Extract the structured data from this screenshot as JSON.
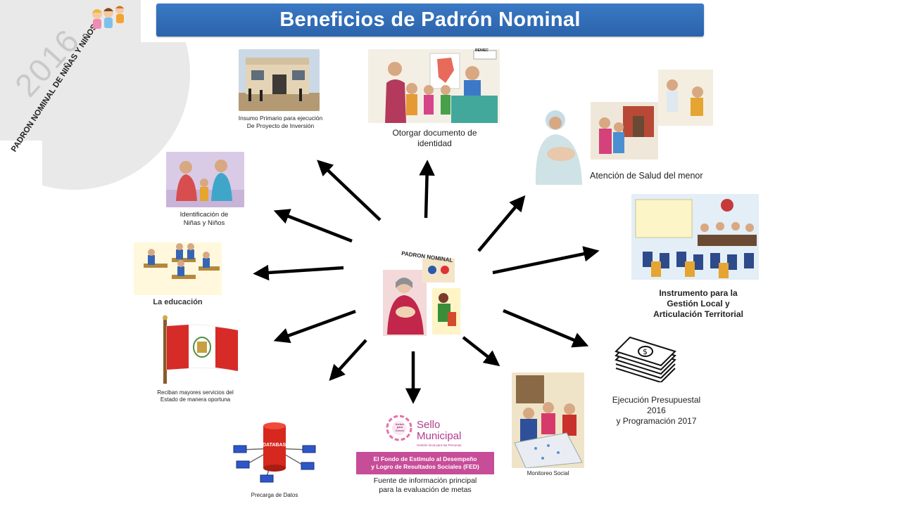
{
  "title": "Beneficios de Padrón Nominal",
  "corner": {
    "year": "2016",
    "program": "PADRON NOMINAL DE NIÑAS Y NIÑOS"
  },
  "hub": {
    "label": "PADRON NOMINAL"
  },
  "benefits": {
    "insumo": "Insumo Primario para ejecución\nDe Proyecto de Inversión",
    "documento": "Otorgar documento de\nidentidad",
    "salud": "Atención de Salud del menor",
    "identificacion": "Identificación de\nNiñas y Niños",
    "instrumento": "Instrumento para la\nGestión Local y\nArticulación Territorial",
    "educacion": "La educación",
    "servicios": "Reciban mayores servicios del\nEstado de manera oportuna",
    "ejecucion": "Ejecución Presupuestal 2016\ny Programación 2017",
    "precarga": "Precarga de Datos",
    "fuente": "Fuente de información principal\npara la evaluación de metas",
    "monitoreo": "Monitoreo Social"
  },
  "sello": {
    "brand_small": "Incluir para Crecer",
    "brand": "Sello\nMunicipal",
    "tagline": "Gestión local para las Personas",
    "fed": "El Fondo de Estímulo al Desempeño\ny Logro de Resultados Sociales (FED)"
  },
  "database_label": "DATABASE",
  "renjec_label": "RENIEC"
}
